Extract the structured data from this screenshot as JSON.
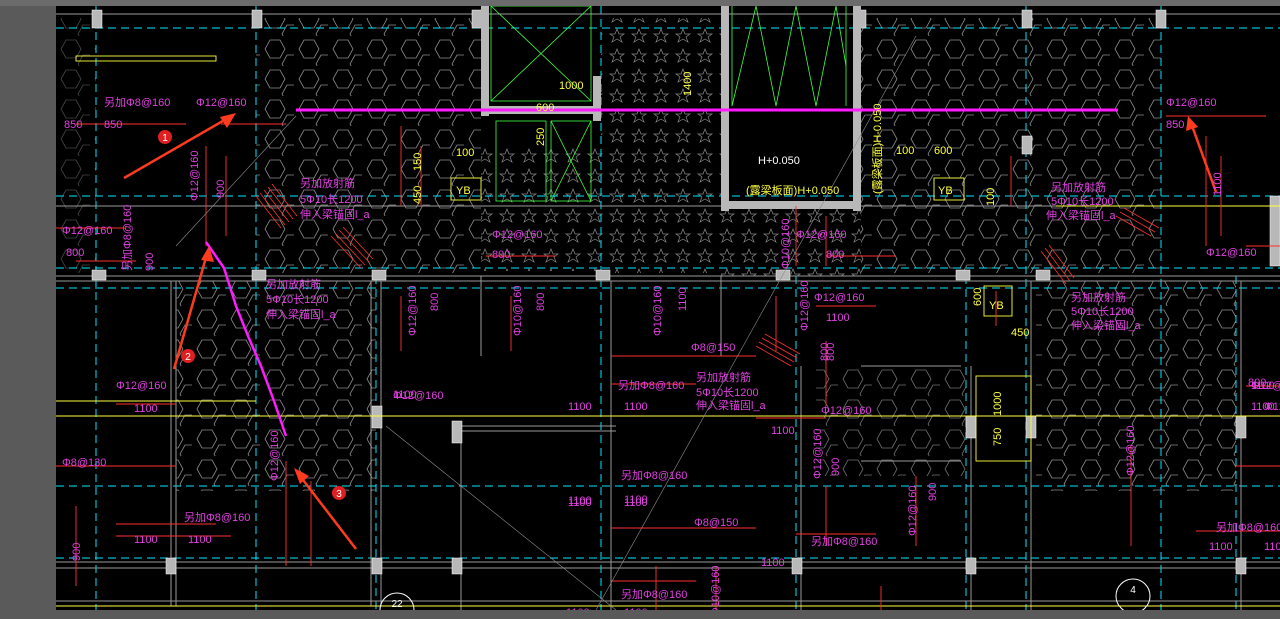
{
  "colors": {
    "background": "#000000",
    "wall": "#ffffff",
    "wallFill": "#b8b8b8",
    "dim": "#ff3030",
    "rebar": "#e040e0",
    "axis": "#00e5ff",
    "frame": "#ffff40",
    "green": "#40ff40",
    "gray": "#9a9a9a",
    "highlight": "#ff1aff",
    "arrow": "#ff3b1f"
  },
  "markers": [
    {
      "label": "1"
    },
    {
      "label": "2"
    },
    {
      "label": "3"
    }
  ],
  "bubbles": [
    {
      "label": "22"
    },
    {
      "label": "4"
    }
  ],
  "annotations": [
    {
      "text": "另加Φ8@160"
    },
    {
      "text": "Φ12@160"
    },
    {
      "text": "850"
    },
    {
      "text": "850"
    },
    {
      "text": "Φ12@160"
    },
    {
      "text": "850"
    },
    {
      "text": "Φ12@160"
    },
    {
      "text": "900"
    },
    {
      "text": "Φ12@160"
    },
    {
      "text": "800"
    },
    {
      "text": "另加Φ8@160"
    },
    {
      "text": "900"
    },
    {
      "text": "另加放射筋"
    },
    {
      "text": "5Φ10长1200"
    },
    {
      "text": "伸入梁锚固l_a"
    },
    {
      "text": "另加放射筋"
    },
    {
      "text": "5Φ10长1200"
    },
    {
      "text": "伸入梁锚固l_a"
    },
    {
      "text": "另加放射筋"
    },
    {
      "text": "5Φ10长1200"
    },
    {
      "text": "伸入梁锚固l_a"
    },
    {
      "text": "另加放射筋"
    },
    {
      "text": "5Φ10长1200"
    },
    {
      "text": "伸入梁锚固l_a"
    },
    {
      "text": "另加放射筋"
    },
    {
      "text": "5Φ10长1200"
    },
    {
      "text": "伸入梁锚固l_a"
    },
    {
      "text": "1000"
    },
    {
      "text": "1400"
    },
    {
      "text": "600"
    },
    {
      "text": "100"
    },
    {
      "text": "250"
    },
    {
      "text": "450"
    },
    {
      "text": "150"
    },
    {
      "text": "H+0.050"
    },
    {
      "text": "(露梁板面)H+0.050"
    },
    {
      "text": "(露梁板面)H-0.050"
    },
    {
      "text": "YB"
    },
    {
      "text": "YB"
    },
    {
      "text": "YB"
    },
    {
      "text": "100"
    },
    {
      "text": "600"
    },
    {
      "text": "100"
    },
    {
      "text": "Φ12@160"
    },
    {
      "text": "800"
    },
    {
      "text": "Φ10@160"
    },
    {
      "text": "Φ12@160"
    },
    {
      "text": "800"
    },
    {
      "text": "Φ12@160"
    },
    {
      "text": "800"
    },
    {
      "text": "Φ10@160"
    },
    {
      "text": "800"
    },
    {
      "text": "Φ10@160"
    },
    {
      "text": "1100"
    },
    {
      "text": "Φ12@160"
    },
    {
      "text": "1100"
    },
    {
      "text": "Φ12@160"
    },
    {
      "text": "800"
    },
    {
      "text": "Φ12@160"
    },
    {
      "text": "1100"
    },
    {
      "text": "600"
    },
    {
      "text": "450"
    },
    {
      "text": "Φ8@150"
    },
    {
      "text": "另加Φ8@160"
    },
    {
      "text": "1100"
    },
    {
      "text": "1100"
    },
    {
      "text": "Φ12@160"
    },
    {
      "text": "1100"
    },
    {
      "text": "800"
    },
    {
      "text": "1000"
    },
    {
      "text": "750"
    },
    {
      "text": "Φ12@160"
    },
    {
      "text": "1100"
    },
    {
      "text": "Φ8@130"
    },
    {
      "text": "Φ12@160"
    },
    {
      "text": "另加Φ8@160"
    },
    {
      "text": "1100"
    },
    {
      "text": "1100"
    },
    {
      "text": "1100"
    },
    {
      "text": "1100"
    },
    {
      "text": "900"
    },
    {
      "text": "另加Φ8@160"
    },
    {
      "text": "1100"
    },
    {
      "text": "1100"
    },
    {
      "text": "Φ8@150"
    },
    {
      "text": "另加Φ8@160"
    },
    {
      "text": "1100"
    },
    {
      "text": "Φ12@160"
    },
    {
      "text": "900"
    },
    {
      "text": "Φ12@160"
    },
    {
      "text": "900"
    },
    {
      "text": "Φ12@160"
    },
    {
      "text": "另加Φ8@160"
    },
    {
      "text": "1100"
    },
    {
      "text": "1100"
    },
    {
      "text": "另加Φ8@160"
    },
    {
      "text": "1100"
    },
    {
      "text": "1100"
    },
    {
      "text": "Φ10@160"
    },
    {
      "text": "Φ12@160"
    },
    {
      "text": "1100"
    },
    {
      "text": "1100"
    },
    {
      "text": "Φ12@160"
    },
    {
      "text": "800"
    },
    {
      "text": "Φ12@160"
    },
    {
      "text": "1100"
    },
    {
      "text": "900"
    }
  ]
}
